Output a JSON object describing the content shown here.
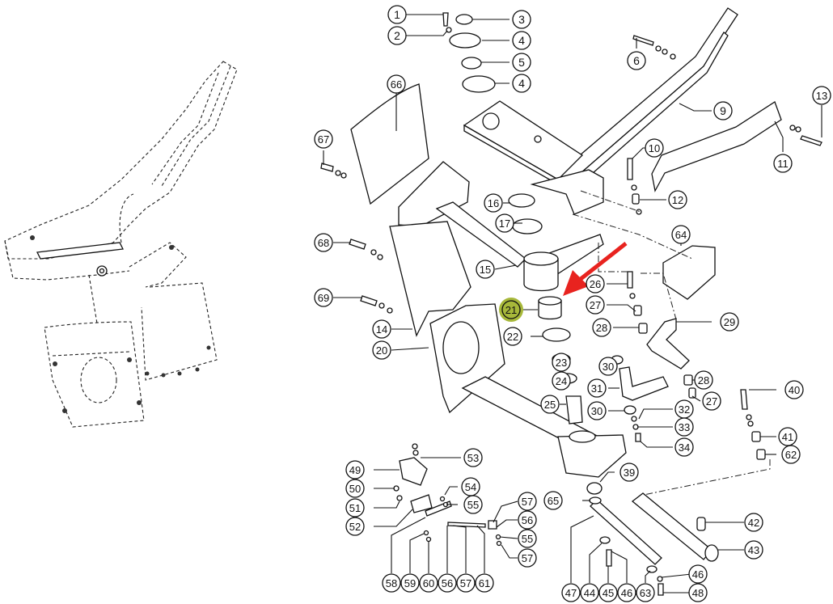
{
  "diagram": {
    "type": "exploded-parts-diagram",
    "highlight_color": "#a7b83a",
    "arrow_color": "#e8231f",
    "highlighted_part": "21",
    "callouts": [
      {
        "id": "c1",
        "label": "1"
      },
      {
        "id": "c2",
        "label": "2"
      },
      {
        "id": "c3",
        "label": "3"
      },
      {
        "id": "c4a",
        "label": "4"
      },
      {
        "id": "c5",
        "label": "5"
      },
      {
        "id": "c4b",
        "label": "4"
      },
      {
        "id": "c6",
        "label": "6"
      },
      {
        "id": "c9",
        "label": "9"
      },
      {
        "id": "c10",
        "label": "10"
      },
      {
        "id": "c11",
        "label": "11"
      },
      {
        "id": "c12",
        "label": "12"
      },
      {
        "id": "c13",
        "label": "13"
      },
      {
        "id": "c14",
        "label": "14"
      },
      {
        "id": "c15",
        "label": "15"
      },
      {
        "id": "c16",
        "label": "16"
      },
      {
        "id": "c17",
        "label": "17"
      },
      {
        "id": "c20",
        "label": "20"
      },
      {
        "id": "c21",
        "label": "21"
      },
      {
        "id": "c22",
        "label": "22"
      },
      {
        "id": "c23",
        "label": "23"
      },
      {
        "id": "c24",
        "label": "24"
      },
      {
        "id": "c25",
        "label": "25"
      },
      {
        "id": "c26",
        "label": "26"
      },
      {
        "id": "c27a",
        "label": "27"
      },
      {
        "id": "c28a",
        "label": "28"
      },
      {
        "id": "c29",
        "label": "29"
      },
      {
        "id": "c30a",
        "label": "30"
      },
      {
        "id": "c31",
        "label": "31"
      },
      {
        "id": "c28b",
        "label": "28"
      },
      {
        "id": "c27b",
        "label": "27"
      },
      {
        "id": "c30b",
        "label": "30"
      },
      {
        "id": "c32",
        "label": "32"
      },
      {
        "id": "c33",
        "label": "33"
      },
      {
        "id": "c34",
        "label": "34"
      },
      {
        "id": "c39",
        "label": "39"
      },
      {
        "id": "c40",
        "label": "40"
      },
      {
        "id": "c41",
        "label": "41"
      },
      {
        "id": "c62",
        "label": "62"
      },
      {
        "id": "c42",
        "label": "42"
      },
      {
        "id": "c43",
        "label": "43"
      },
      {
        "id": "c46a",
        "label": "46"
      },
      {
        "id": "c48",
        "label": "48"
      },
      {
        "id": "c47",
        "label": "47"
      },
      {
        "id": "c44",
        "label": "44"
      },
      {
        "id": "c45",
        "label": "45"
      },
      {
        "id": "c46b",
        "label": "46"
      },
      {
        "id": "c63",
        "label": "63"
      },
      {
        "id": "c65",
        "label": "65"
      },
      {
        "id": "c49",
        "label": "49"
      },
      {
        "id": "c50",
        "label": "50"
      },
      {
        "id": "c51",
        "label": "51"
      },
      {
        "id": "c52",
        "label": "52"
      },
      {
        "id": "c53",
        "label": "53"
      },
      {
        "id": "c54",
        "label": "54"
      },
      {
        "id": "c55a",
        "label": "55"
      },
      {
        "id": "c57a",
        "label": "57"
      },
      {
        "id": "c56a",
        "label": "56"
      },
      {
        "id": "c55b",
        "label": "55"
      },
      {
        "id": "c57b",
        "label": "57"
      },
      {
        "id": "c58",
        "label": "58"
      },
      {
        "id": "c59",
        "label": "59"
      },
      {
        "id": "c60",
        "label": "60"
      },
      {
        "id": "c56b",
        "label": "56"
      },
      {
        "id": "c57c",
        "label": "57"
      },
      {
        "id": "c61",
        "label": "61"
      },
      {
        "id": "c64",
        "label": "64"
      },
      {
        "id": "c66",
        "label": "66"
      },
      {
        "id": "c67",
        "label": "67"
      },
      {
        "id": "c68",
        "label": "68"
      },
      {
        "id": "c69",
        "label": "69"
      }
    ]
  }
}
